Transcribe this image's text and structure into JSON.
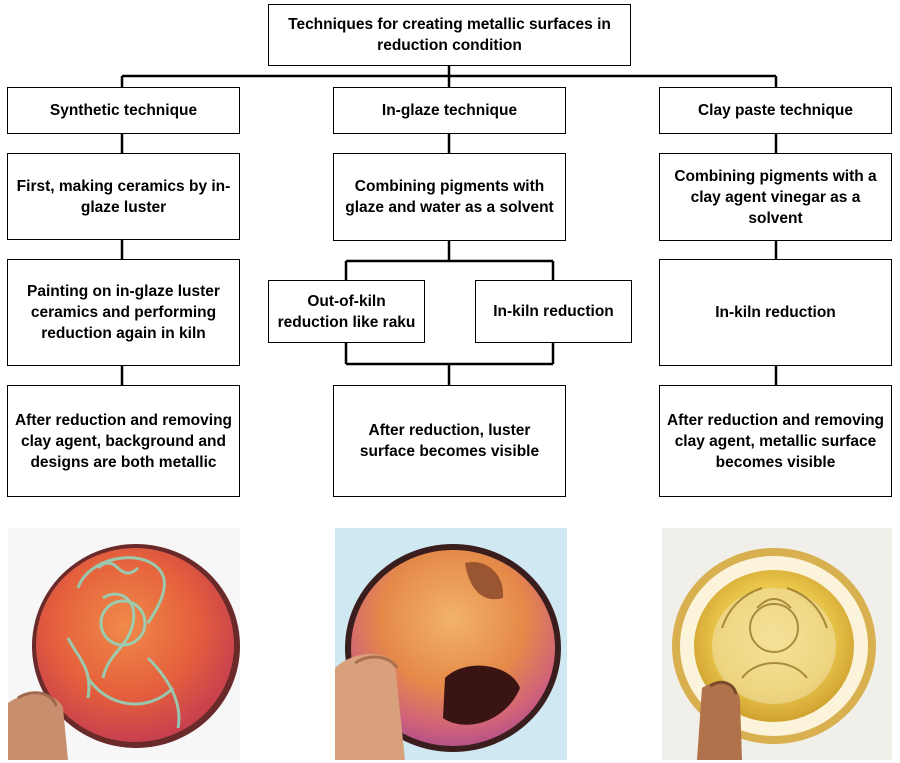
{
  "title": "Techniques for creating metallic surfaces in reduction condition",
  "columns": [
    {
      "header": "Synthetic technique",
      "steps": [
        "First, making ceramics by in-glaze luster",
        "Painting on in-glaze luster ceramics and performing reduction again in kiln",
        "After reduction and removing clay agent, background and designs are both metallic"
      ]
    },
    {
      "header": "In-glaze technique",
      "steps": [
        "Combining pigments with glaze and water as a solvent",
        "After reduction, luster surface becomes visible"
      ],
      "branches": [
        "Out-of-kiln reduction like raku",
        "In-kiln reduction"
      ]
    },
    {
      "header": "Clay paste technique",
      "steps": [
        "Combining pigments with a clay agent vinegar as a solvent",
        "In-kiln reduction",
        "After reduction and removing clay agent, metallic surface becomes visible"
      ]
    }
  ]
}
